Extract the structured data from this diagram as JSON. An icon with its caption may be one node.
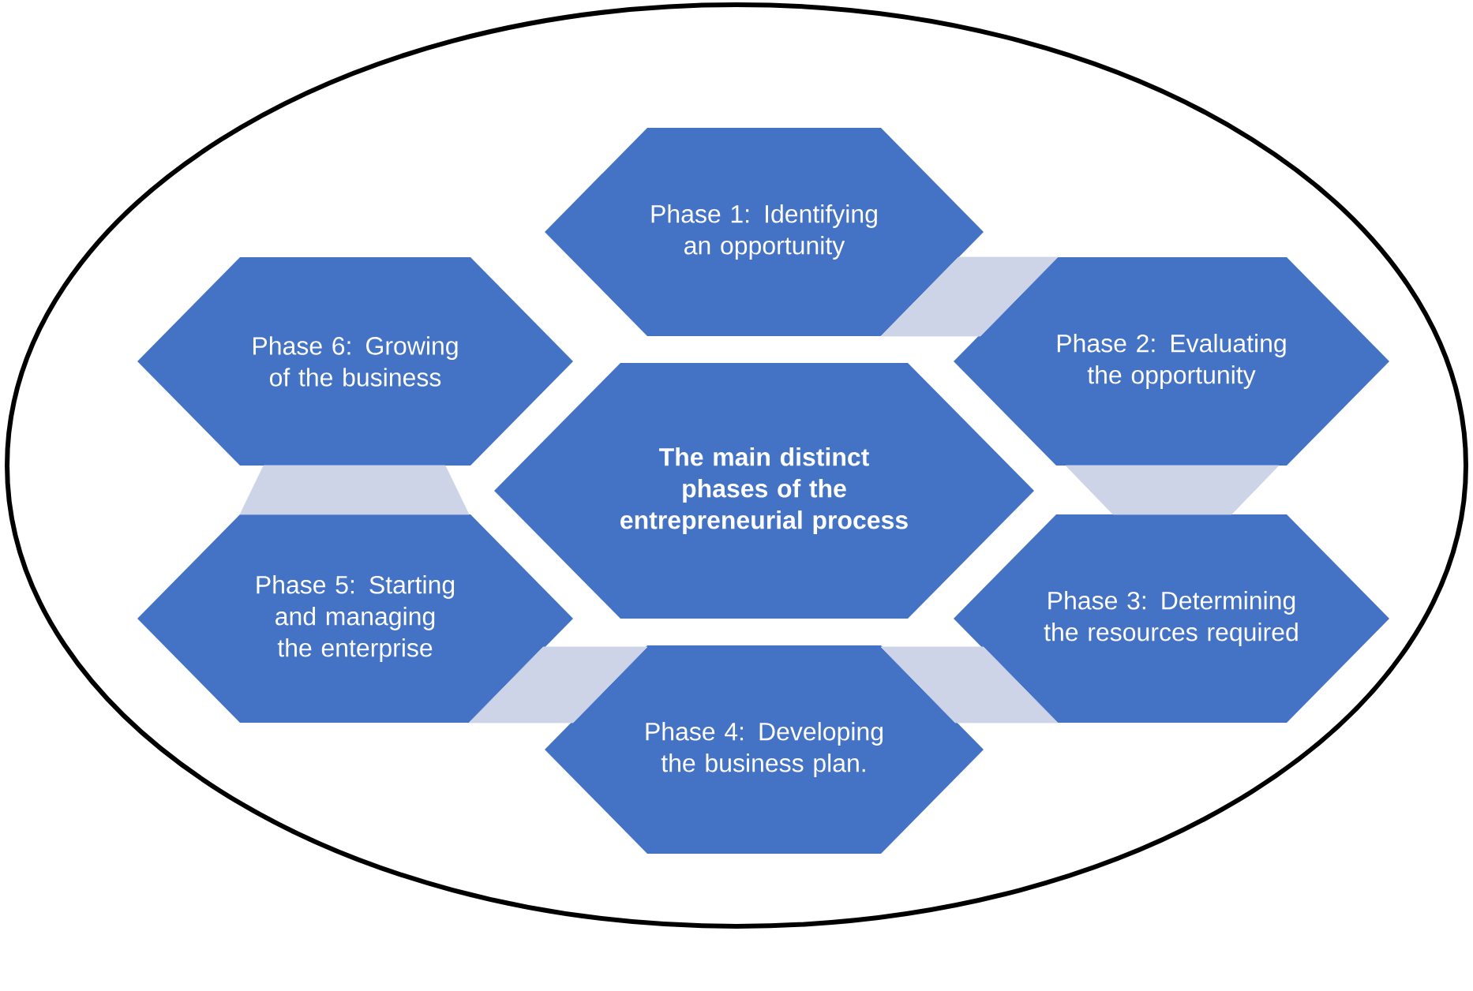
{
  "diagram": {
    "nodes": [
      {
        "text": [
          "The main distinct phases of the entrepreneurial process"
        ]
      },
      {
        "text": [
          "Phase 1: Identifying an opportunity"
        ]
      },
      {
        "text": [
          "Phase 2: Evaluating the opportunity"
        ]
      },
      {
        "text": [
          "Phase 3: Determining the resources required"
        ]
      },
      {
        "text": [
          "Phase 4: Developing the business plan."
        ]
      },
      {
        "text": [
          "Phase 5: Starting and managing the enterprise"
        ]
      },
      {
        "text": [
          "Phase 6: Growing of the business"
        ]
      }
    ],
    "edges": [
      {
        "from": 1,
        "to": 2,
        "arrow": "none"
      },
      {
        "from": 2,
        "to": 3,
        "arrow": "none"
      },
      {
        "from": 3,
        "to": 4,
        "arrow": "none"
      },
      {
        "from": 4,
        "to": 5,
        "arrow": "none"
      },
      {
        "from": 5,
        "to": 6,
        "arrow": "none"
      }
    ]
  }
}
